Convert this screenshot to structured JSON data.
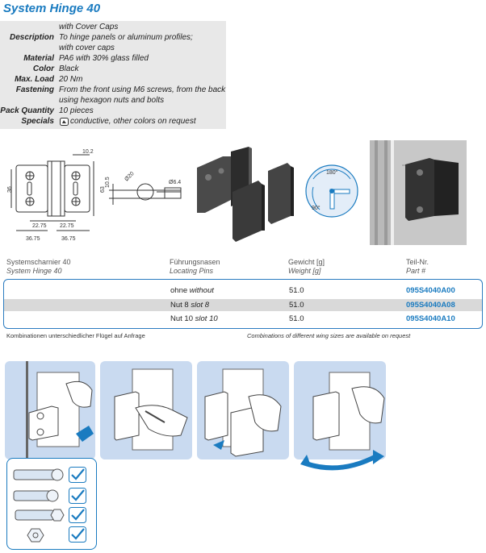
{
  "title": "System Hinge 40",
  "specs": [
    {
      "key": "",
      "value": "with Cover Caps"
    },
    {
      "key": "Description",
      "value": "To hinge panels or aluminum profiles;"
    },
    {
      "key": "",
      "value": "with cover caps"
    },
    {
      "key": "Material",
      "value": "PA6 with 30% glass filled"
    },
    {
      "key": "Color",
      "value": "Black"
    },
    {
      "key": "Max. Load",
      "value": "20 Nm"
    },
    {
      "key": "Fastening",
      "value": "From the front using M6 screws, from the back"
    },
    {
      "key": "",
      "value": "using hexagon nuts and bolts"
    },
    {
      "key": "Pack Quantity",
      "value": "10 pieces"
    },
    {
      "key": "Specials",
      "value": "conductive, other colors on request"
    }
  ],
  "drawing": {
    "dims": [
      "10.2",
      "36",
      "63",
      "10.5",
      "Ø20",
      "Ø6.4",
      "22.75",
      "22.75",
      "36.75",
      "36.75"
    ],
    "angles": [
      "180°",
      "90°"
    ]
  },
  "table": {
    "headers": [
      {
        "de": "Systemscharnier 40",
        "en": "System Hinge 40"
      },
      {
        "de": "Führungsnasen",
        "en": "Locating Pins"
      },
      {
        "de": "Gewicht [g]",
        "en": "Weight [g]"
      },
      {
        "de": "Teil-Nr.",
        "en": "Part #"
      }
    ],
    "rows": [
      {
        "de": "ohne",
        "en": "without",
        "weight": "51.0",
        "part": "095S4040A00"
      },
      {
        "de": "Nut 8",
        "en": "slot 8",
        "weight": "51.0",
        "part": "095S4040A08"
      },
      {
        "de": "Nut 10",
        "en": "slot 10",
        "weight": "51.0",
        "part": "095S4040A10"
      }
    ]
  },
  "notes": {
    "de": "Kombinationen unterschiedlicher Flügel auf Anfrage",
    "en": "Combinations of different wing sizes are available on request"
  },
  "colors": {
    "accent": "#1a7bc0",
    "panel": "#c9daf0",
    "specbg": "#e8e8e8"
  }
}
